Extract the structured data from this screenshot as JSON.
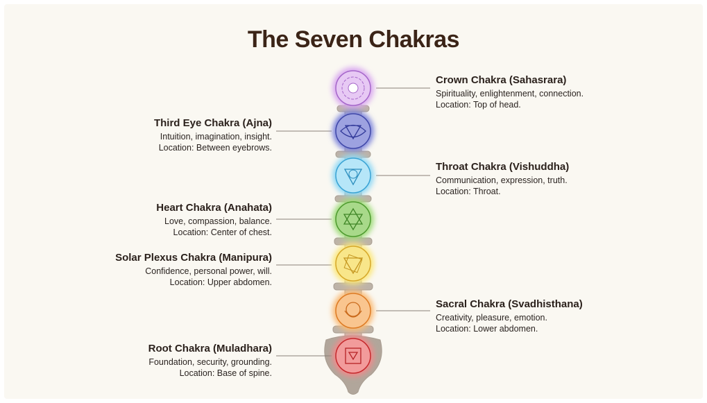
{
  "title": "The Seven Chakras",
  "chakras": [
    {
      "name": "Crown Chakra (Sahasrara)",
      "desc": "Spirituality, enlightenment, connection.",
      "location": "Location: Top of head.",
      "color": "#b77ad8",
      "side": "right"
    },
    {
      "name": "Third Eye Chakra (Ajna)",
      "desc": "Intuition, imagination, insight.",
      "location": "Location: Between eyebrows.",
      "color": "#5b63c4",
      "side": "left"
    },
    {
      "name": "Throat Chakra (Vishuddha)",
      "desc": "Communication, expression, truth.",
      "location": "Location: Throat.",
      "color": "#5fbde8",
      "side": "right"
    },
    {
      "name": "Heart Chakra (Anahata)",
      "desc": "Love, compassion, balance.",
      "location": "Location: Center of chest.",
      "color": "#6fbf4a",
      "side": "left"
    },
    {
      "name": "Solar Plexus Chakra (Manipura)",
      "desc": "Confidence, personal power, will.",
      "location": "Location: Upper abdomen.",
      "color": "#f2d23a",
      "side": "left"
    },
    {
      "name": "Sacral Chakra (Svadhisthana)",
      "desc": "Creativity, pleasure, emotion.",
      "location": "Location: Lower abdomen.",
      "color": "#f39a3a",
      "side": "right"
    },
    {
      "name": "Root Chakra (Muladhara)",
      "desc": "Foundation, security, grounding.",
      "location": "Location: Base of spine.",
      "color": "#e2474a",
      "side": "left"
    }
  ]
}
